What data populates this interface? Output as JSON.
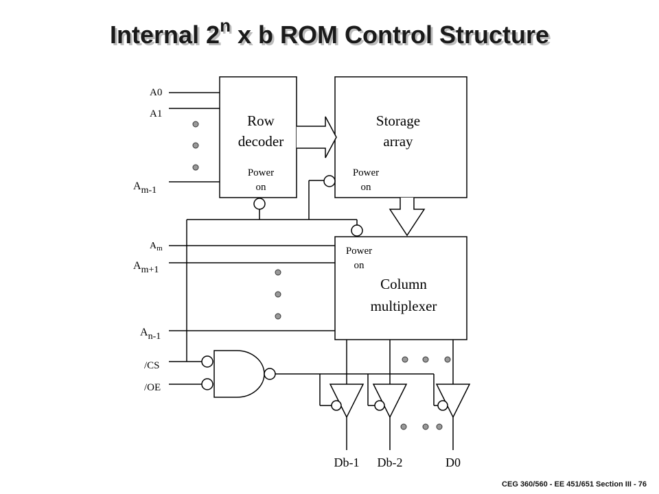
{
  "slide": {
    "title_prefix": "Internal 2",
    "title_sup": "n",
    "title_suffix": " x b ROM Control Structure",
    "footer": "CEG 360/560 - EE 451/651  Section III - 76"
  },
  "blocks": {
    "row_decoder": {
      "line1": "Row",
      "line2": "decoder",
      "power1": "Power",
      "power2": "on"
    },
    "storage_array": {
      "line1": "Storage",
      "line2": "array",
      "power1": "Power",
      "power2": "on"
    },
    "column_mux": {
      "line1": "Column",
      "line2": "multiplexer",
      "power1": "Power",
      "power2": "on"
    }
  },
  "inputs": {
    "a0": "A0",
    "a1": "A1",
    "am1_base": "A",
    "am1_sub": "m-1",
    "am_base": "A",
    "am_sub": "m",
    "amp1_base": "A",
    "amp1_sub": "m+1",
    "an1_base": "A",
    "an1_sub": "n-1",
    "cs": "/CS",
    "oe": "/OE"
  },
  "outputs": {
    "db1": "Db-1",
    "db2": "Db-2",
    "d0": "D0"
  }
}
